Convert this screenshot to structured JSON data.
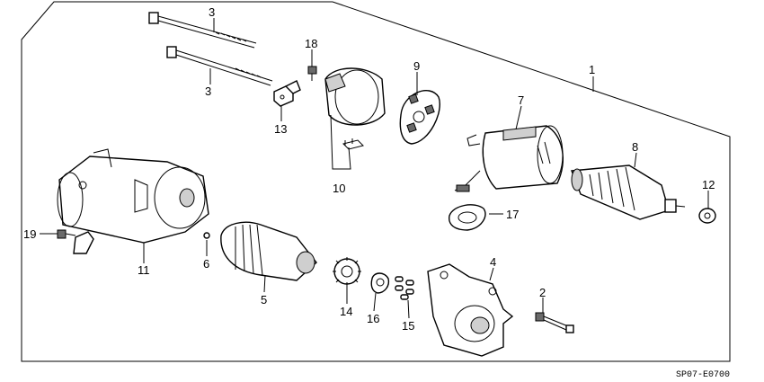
{
  "diagram": {
    "labels": {
      "l1": "1",
      "l2": "2",
      "l3a": "3",
      "l3b": "3",
      "l4": "4",
      "l5": "5",
      "l6": "6",
      "l7": "7",
      "l8": "8",
      "l9": "9",
      "l10": "10",
      "l11": "11",
      "l12": "12",
      "l13": "13",
      "l14": "14",
      "l15": "15",
      "l16": "16",
      "l17": "17",
      "l18": "18",
      "l19": "19"
    },
    "code": "SP07-E0700"
  }
}
